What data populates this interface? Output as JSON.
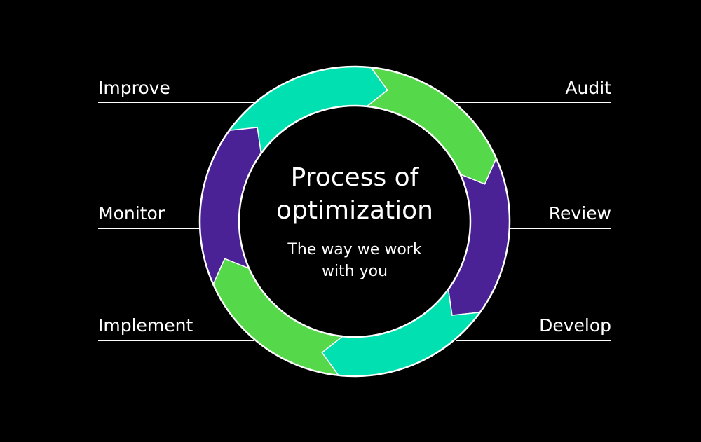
{
  "center": {
    "title_line1": "Process of",
    "title_line2": "optimization",
    "subtitle_line1": "The way we work",
    "subtitle_line2": "with you"
  },
  "stages": [
    {
      "label": "Audit",
      "color": "#55d84a"
    },
    {
      "label": "Review",
      "color": "#4a2296"
    },
    {
      "label": "Develop",
      "color": "#00e0b0"
    },
    {
      "label": "Implement",
      "color": "#55d84a"
    },
    {
      "label": "Monitor",
      "color": "#4a2296"
    },
    {
      "label": "Improve",
      "color": "#00e0b0"
    }
  ],
  "colors": {
    "background": "#000000",
    "text": "#ffffff",
    "ring_outline": "#ffffff"
  }
}
